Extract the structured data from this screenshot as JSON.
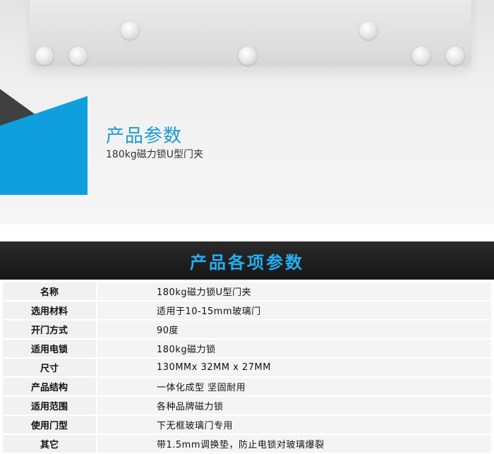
{
  "banner": {
    "title": "产品参数",
    "subtitle": "180kg磁力锁U型门夹"
  },
  "section": {
    "title": "产品各项参数"
  },
  "params": [
    {
      "label": "名称",
      "value": "180kg磁力锁U型门夹"
    },
    {
      "label": "选用材料",
      "value": "适用于10-15mm玻璃门"
    },
    {
      "label": "开门方式",
      "value": "90度"
    },
    {
      "label": "适用电锁",
      "value": "180kg磁力锁"
    },
    {
      "label": "尺寸",
      "value": "130MMx 32MM x 27MM"
    },
    {
      "label": "产品结构",
      "value": "一体化成型 坚固耐用"
    },
    {
      "label": "适用范围",
      "value": "各种品牌磁力锁"
    },
    {
      "label": "使用门型",
      "value": "下无框玻璃门专用"
    },
    {
      "label": "其它",
      "value": "带1.5mm调换垫，防止电锁对玻璃爆裂"
    }
  ],
  "colors": {
    "accent_blue": "#0e9fdc",
    "header_bg": "#1e1e1e",
    "header_text": "#23aef0"
  }
}
